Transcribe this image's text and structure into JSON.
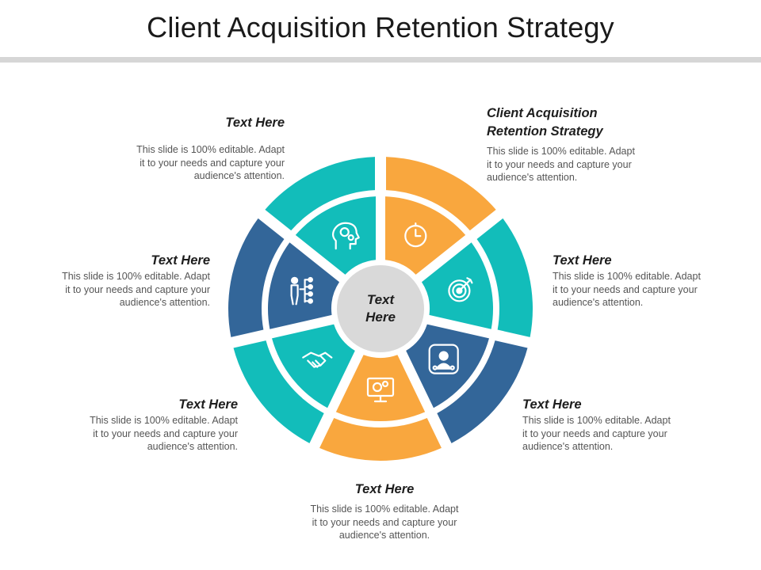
{
  "title": "Client Acquisition Retention Strategy",
  "center": {
    "line1": "Text",
    "line2": "Here"
  },
  "colors": {
    "orange": "#F9A73E",
    "teal": "#12BDBA",
    "navy": "#336699",
    "center": "#D9D9D9",
    "rule": "#D6D6D6"
  },
  "segments": [
    {
      "heading_line1": "Client Acquisition",
      "heading_line2": "Retention Strategy",
      "body_line1": "This slide is 100% editable. Adapt",
      "body_line2": "it to your needs and capture your",
      "body_line3": "audience's attention.",
      "icon": "clock-icon"
    },
    {
      "heading": "Text Here",
      "body_line1": "This slide is 100% editable. Adapt",
      "body_line2": "it to your needs and capture your",
      "body_line3": "audience's attention.",
      "icon": "target-icon"
    },
    {
      "heading": "Text Here",
      "body_line1": "This slide is 100% editable. Adapt",
      "body_line2": "it to your needs and capture your",
      "body_line3": "audience's attention.",
      "icon": "presenter-screen-icon"
    },
    {
      "heading": "Text Here",
      "body_line1": "This slide is 100% editable. Adapt",
      "body_line2": "it to your needs and capture your",
      "body_line3": "audience's attention.",
      "icon": "monitor-gears-icon"
    },
    {
      "heading": "Text Here",
      "body_line1": "This slide is 100% editable. Adapt",
      "body_line2": "it to your needs and capture your",
      "body_line3": "audience's attention.",
      "icon": "handshake-icon"
    },
    {
      "heading": "Text Here",
      "body_line1": "This slide is 100% editable. Adapt",
      "body_line2": "it to your needs and capture your",
      "body_line3": "audience's attention.",
      "icon": "org-chart-icon"
    },
    {
      "heading": "Text Here",
      "body_line1": "This slide is 100% editable. Adapt",
      "body_line2": "it to your needs and capture your",
      "body_line3": "audience's attention.",
      "icon": "head-gears-icon"
    }
  ]
}
